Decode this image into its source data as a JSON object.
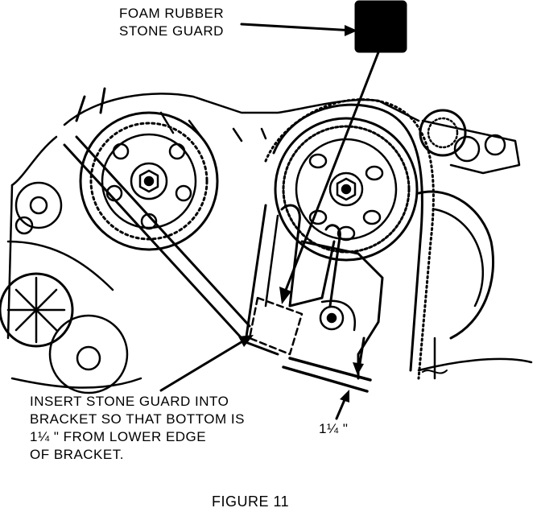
{
  "labels": {
    "stone_guard": [
      "FOAM RUBBER",
      "STONE GUARD"
    ],
    "instruction": [
      "INSERT STONE GUARD INTO",
      "BRACKET SO THAT BOTTOM IS",
      "1¼ \" FROM LOWER EDGE",
      "OF BRACKET."
    ],
    "dimension": "1¼ \"",
    "figure_caption": "FIGURE 11"
  },
  "colors": {
    "ink": "#000000",
    "paper": "#ffffff"
  }
}
